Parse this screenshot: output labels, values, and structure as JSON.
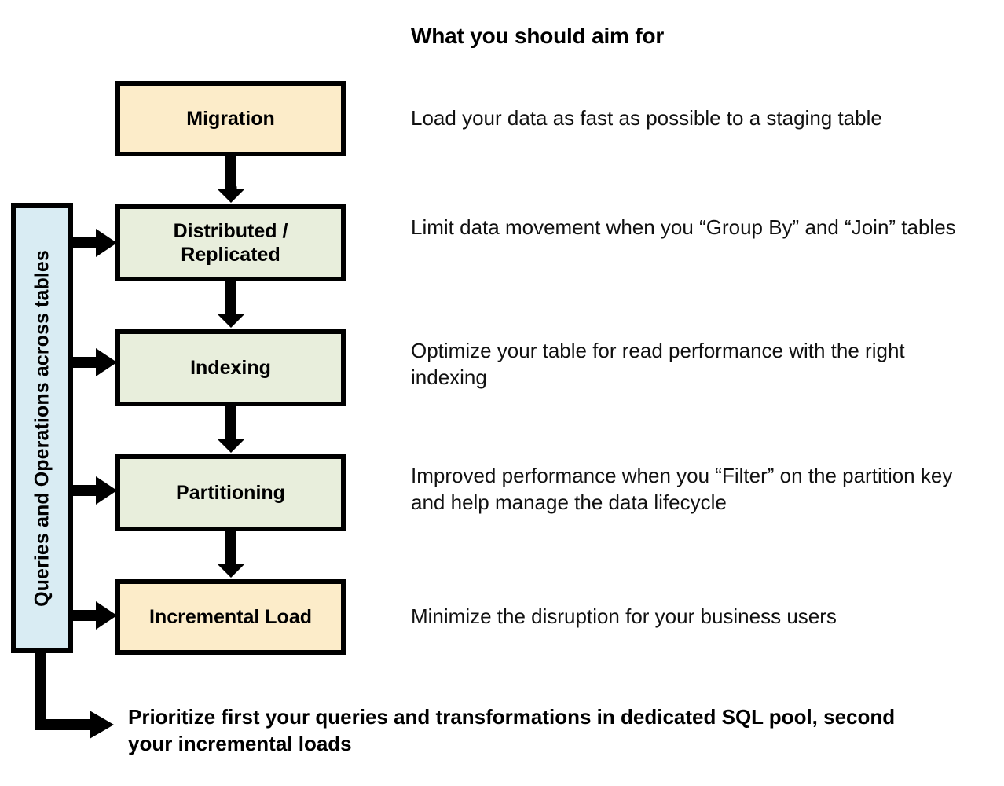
{
  "header": {
    "title": "What you should aim for"
  },
  "sidebar": {
    "label": "Queries and Operations across tables",
    "fill_color": "#d9ecf3"
  },
  "colors": {
    "cream": "#fcecc9",
    "green": "#e8eedc",
    "blue": "#d9ecf3",
    "outline": "#000000",
    "text": "#000000"
  },
  "flow": {
    "stages": [
      {
        "label": "Migration",
        "fill": "cream",
        "description": "Load your data as fast as possible to a staging table",
        "has_sidebar_arrow": false
      },
      {
        "label": "Distributed / Replicated",
        "label_line1": "Distributed /",
        "label_line2": "Replicated",
        "fill": "green",
        "description": "Limit data movement when you “Group By” and “Join” tables",
        "has_sidebar_arrow": true
      },
      {
        "label": "Indexing",
        "fill": "green",
        "description": "Optimize your table for read performance with the right indexing",
        "has_sidebar_arrow": true
      },
      {
        "label": "Partitioning",
        "fill": "green",
        "description": "Improved performance when you “Filter” on the partition key and help manage the data lifecycle",
        "has_sidebar_arrow": true
      },
      {
        "label": "Incremental Load",
        "fill": "cream",
        "description": "Minimize the disruption for your business users",
        "has_sidebar_arrow": true
      }
    ]
  },
  "conclusion": {
    "text": "Prioritize first your queries and transformations in dedicated SQL pool, second your incremental loads"
  }
}
